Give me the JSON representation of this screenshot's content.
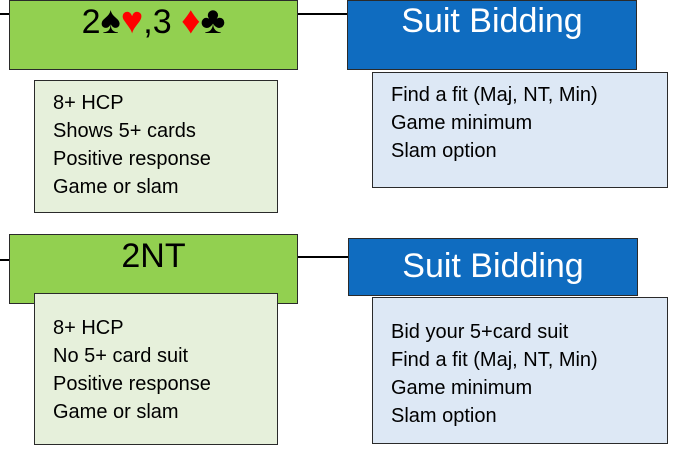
{
  "diagram": {
    "rows": [
      {
        "bid_box": {
          "bid_label_html": "",
          "bid_parts": [
            {
              "kind": "num",
              "text": "2"
            },
            {
              "kind": "suit",
              "text": "♠",
              "color": "#000000"
            },
            {
              "kind": "suit",
              "text": "♥",
              "color": "#ff0000"
            },
            {
              "kind": "sep",
              "text": ","
            },
            {
              "kind": "num",
              "text": "3 "
            },
            {
              "kind": "suit",
              "text": "♦",
              "color": "#ff0000"
            },
            {
              "kind": "suit",
              "text": "♣",
              "color": "#000000"
            }
          ],
          "items": [
            "8+ HCP",
            "Shows 5+ cards",
            "Positive response",
            "Game or slam"
          ]
        },
        "next_box": {
          "title": "Suit Bidding",
          "items": [
            "Find a fit (Maj, NT, Min)",
            "Game minimum",
            "Slam option"
          ]
        }
      },
      {
        "bid_box": {
          "bid_label": "2NT",
          "items": [
            "8+ HCP",
            "No 5+ card suit",
            "Positive response",
            "Game or slam"
          ]
        },
        "next_box": {
          "title": "Suit Bidding",
          "items": [
            "Bid your 5+card suit",
            "Find a fit (Maj, NT, Min)",
            "Game minimum",
            "Slam option"
          ]
        }
      }
    ]
  },
  "colors": {
    "bid_header": "#92d050",
    "bid_body": "#e6f0db",
    "next_header": "#0f6cc0",
    "next_body": "#dde8f5",
    "red_suit": "#ff0000",
    "black_suit": "#000000"
  }
}
